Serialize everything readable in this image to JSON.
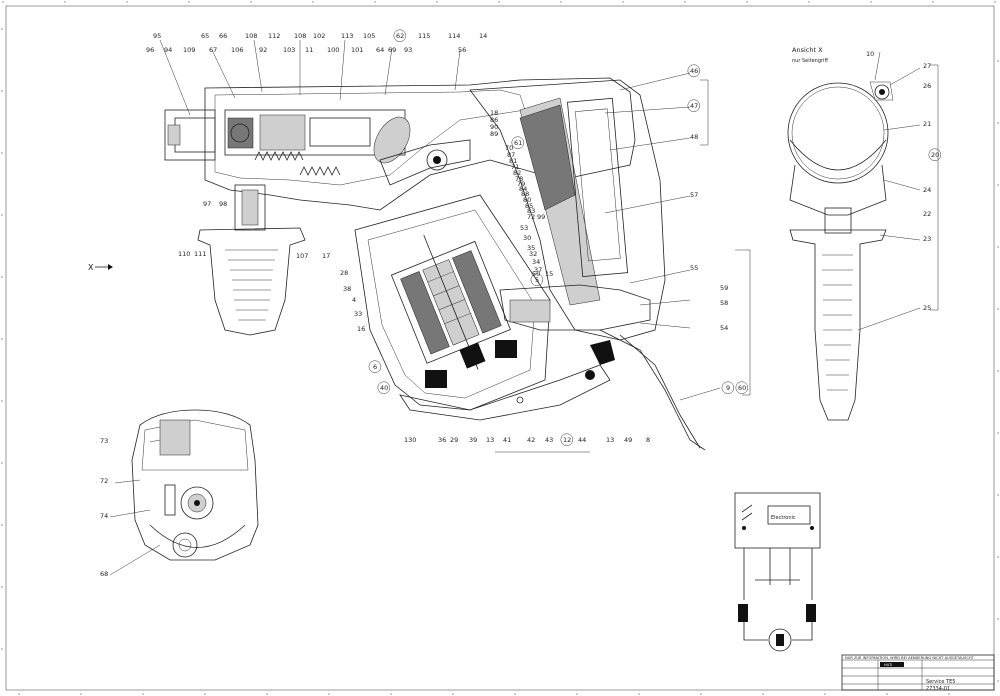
{
  "header": {
    "section_title": "Ansicht X",
    "section_subtitle": "nur Seitengriff",
    "x_marker": "X"
  },
  "circuit": {
    "electronic_label": "Electronic"
  },
  "title_block": {
    "note": "NUR ZUR INFORMATION, WIRD BEI AENDERUNG NICHT AUSGETAUSCHT",
    "logo_text": "HILTI",
    "product": "Service TE5",
    "drawing_number": "27334-01"
  },
  "callouts": [
    {
      "id": "c95",
      "text": "95"
    },
    {
      "id": "c96",
      "text": "96"
    },
    {
      "id": "c94",
      "text": "94"
    },
    {
      "id": "c109",
      "text": "109"
    },
    {
      "id": "c65",
      "text": "65"
    },
    {
      "id": "c67",
      "text": "67"
    },
    {
      "id": "c66",
      "text": "66"
    },
    {
      "id": "c106",
      "text": "106"
    },
    {
      "id": "c108a",
      "text": "108"
    },
    {
      "id": "c92",
      "text": "92"
    },
    {
      "id": "c112",
      "text": "112"
    },
    {
      "id": "c103",
      "text": "103"
    },
    {
      "id": "c108b",
      "text": "108"
    },
    {
      "id": "c11",
      "text": "11"
    },
    {
      "id": "c102",
      "text": "102"
    },
    {
      "id": "c100",
      "text": "100"
    },
    {
      "id": "c113",
      "text": "113"
    },
    {
      "id": "c101",
      "text": "101"
    },
    {
      "id": "c105",
      "text": "105"
    },
    {
      "id": "c64",
      "text": "64"
    },
    {
      "id": "c62",
      "text": "62"
    },
    {
      "id": "c69",
      "text": "69"
    },
    {
      "id": "c93",
      "text": "93"
    },
    {
      "id": "c115",
      "text": "115"
    },
    {
      "id": "c114",
      "text": "114"
    },
    {
      "id": "c56",
      "text": "56"
    },
    {
      "id": "c14",
      "text": "14"
    },
    {
      "id": "c46",
      "text": "46"
    },
    {
      "id": "c47",
      "text": "47"
    },
    {
      "id": "c48",
      "text": "48"
    },
    {
      "id": "c57",
      "text": "57"
    },
    {
      "id": "c18",
      "text": "18"
    },
    {
      "id": "c86",
      "text": "86"
    },
    {
      "id": "c90",
      "text": "90"
    },
    {
      "id": "c89",
      "text": "89"
    },
    {
      "id": "c61",
      "text": "61"
    },
    {
      "id": "c70",
      "text": "70"
    },
    {
      "id": "c87",
      "text": "87"
    },
    {
      "id": "c81",
      "text": "81"
    },
    {
      "id": "c71",
      "text": "71"
    },
    {
      "id": "c82",
      "text": "82"
    },
    {
      "id": "c78",
      "text": "78"
    },
    {
      "id": "c79",
      "text": "79"
    },
    {
      "id": "c84",
      "text": "84"
    },
    {
      "id": "c88",
      "text": "88"
    },
    {
      "id": "c80",
      "text": "80"
    },
    {
      "id": "c85",
      "text": "85"
    },
    {
      "id": "c83",
      "text": "83"
    },
    {
      "id": "c72",
      "text": "72"
    },
    {
      "id": "c99",
      "text": "99"
    },
    {
      "id": "c53",
      "text": "53"
    },
    {
      "id": "c30",
      "text": "30"
    },
    {
      "id": "c35",
      "text": "35"
    },
    {
      "id": "c32",
      "text": "32"
    },
    {
      "id": "c34",
      "text": "34"
    },
    {
      "id": "c37",
      "text": "37"
    },
    {
      "id": "c5",
      "text": "5"
    },
    {
      "id": "c50",
      "text": "50"
    },
    {
      "id": "c15",
      "text": "15"
    },
    {
      "id": "c55",
      "text": "55"
    },
    {
      "id": "c59",
      "text": "59"
    },
    {
      "id": "c58",
      "text": "58"
    },
    {
      "id": "c54",
      "text": "54"
    },
    {
      "id": "c9",
      "text": "9"
    },
    {
      "id": "c60",
      "text": "60"
    },
    {
      "id": "c97",
      "text": "97"
    },
    {
      "id": "c98",
      "text": "98"
    },
    {
      "id": "c110",
      "text": "110"
    },
    {
      "id": "c111",
      "text": "111"
    },
    {
      "id": "c107",
      "text": "107"
    },
    {
      "id": "c17",
      "text": "17"
    },
    {
      "id": "c28",
      "text": "28"
    },
    {
      "id": "c38",
      "text": "38"
    },
    {
      "id": "c4",
      "text": "4"
    },
    {
      "id": "c33",
      "text": "33"
    },
    {
      "id": "c16",
      "text": "16"
    },
    {
      "id": "c6",
      "text": "6"
    },
    {
      "id": "c40",
      "text": "40"
    },
    {
      "id": "c130",
      "text": "130"
    },
    {
      "id": "c36",
      "text": "36"
    },
    {
      "id": "c29",
      "text": "29"
    },
    {
      "id": "c39",
      "text": "39"
    },
    {
      "id": "c13a",
      "text": "13"
    },
    {
      "id": "c41",
      "text": "41"
    },
    {
      "id": "c42",
      "text": "42"
    },
    {
      "id": "c43",
      "text": "43"
    },
    {
      "id": "c12",
      "text": "12"
    },
    {
      "id": "c44",
      "text": "44"
    },
    {
      "id": "c13b",
      "text": "13"
    },
    {
      "id": "c49",
      "text": "49"
    },
    {
      "id": "c8",
      "text": "8"
    },
    {
      "id": "c10",
      "text": "10"
    },
    {
      "id": "c27",
      "text": "27"
    },
    {
      "id": "c26",
      "text": "26"
    },
    {
      "id": "c21",
      "text": "21"
    },
    {
      "id": "c20",
      "text": "20"
    },
    {
      "id": "c24",
      "text": "24"
    },
    {
      "id": "c22",
      "text": "22"
    },
    {
      "id": "c23",
      "text": "23"
    },
    {
      "id": "c25",
      "text": "25"
    },
    {
      "id": "c73",
      "text": "73"
    },
    {
      "id": "c72b",
      "text": "72"
    },
    {
      "id": "c74",
      "text": "74"
    },
    {
      "id": "c68",
      "text": "68"
    }
  ]
}
